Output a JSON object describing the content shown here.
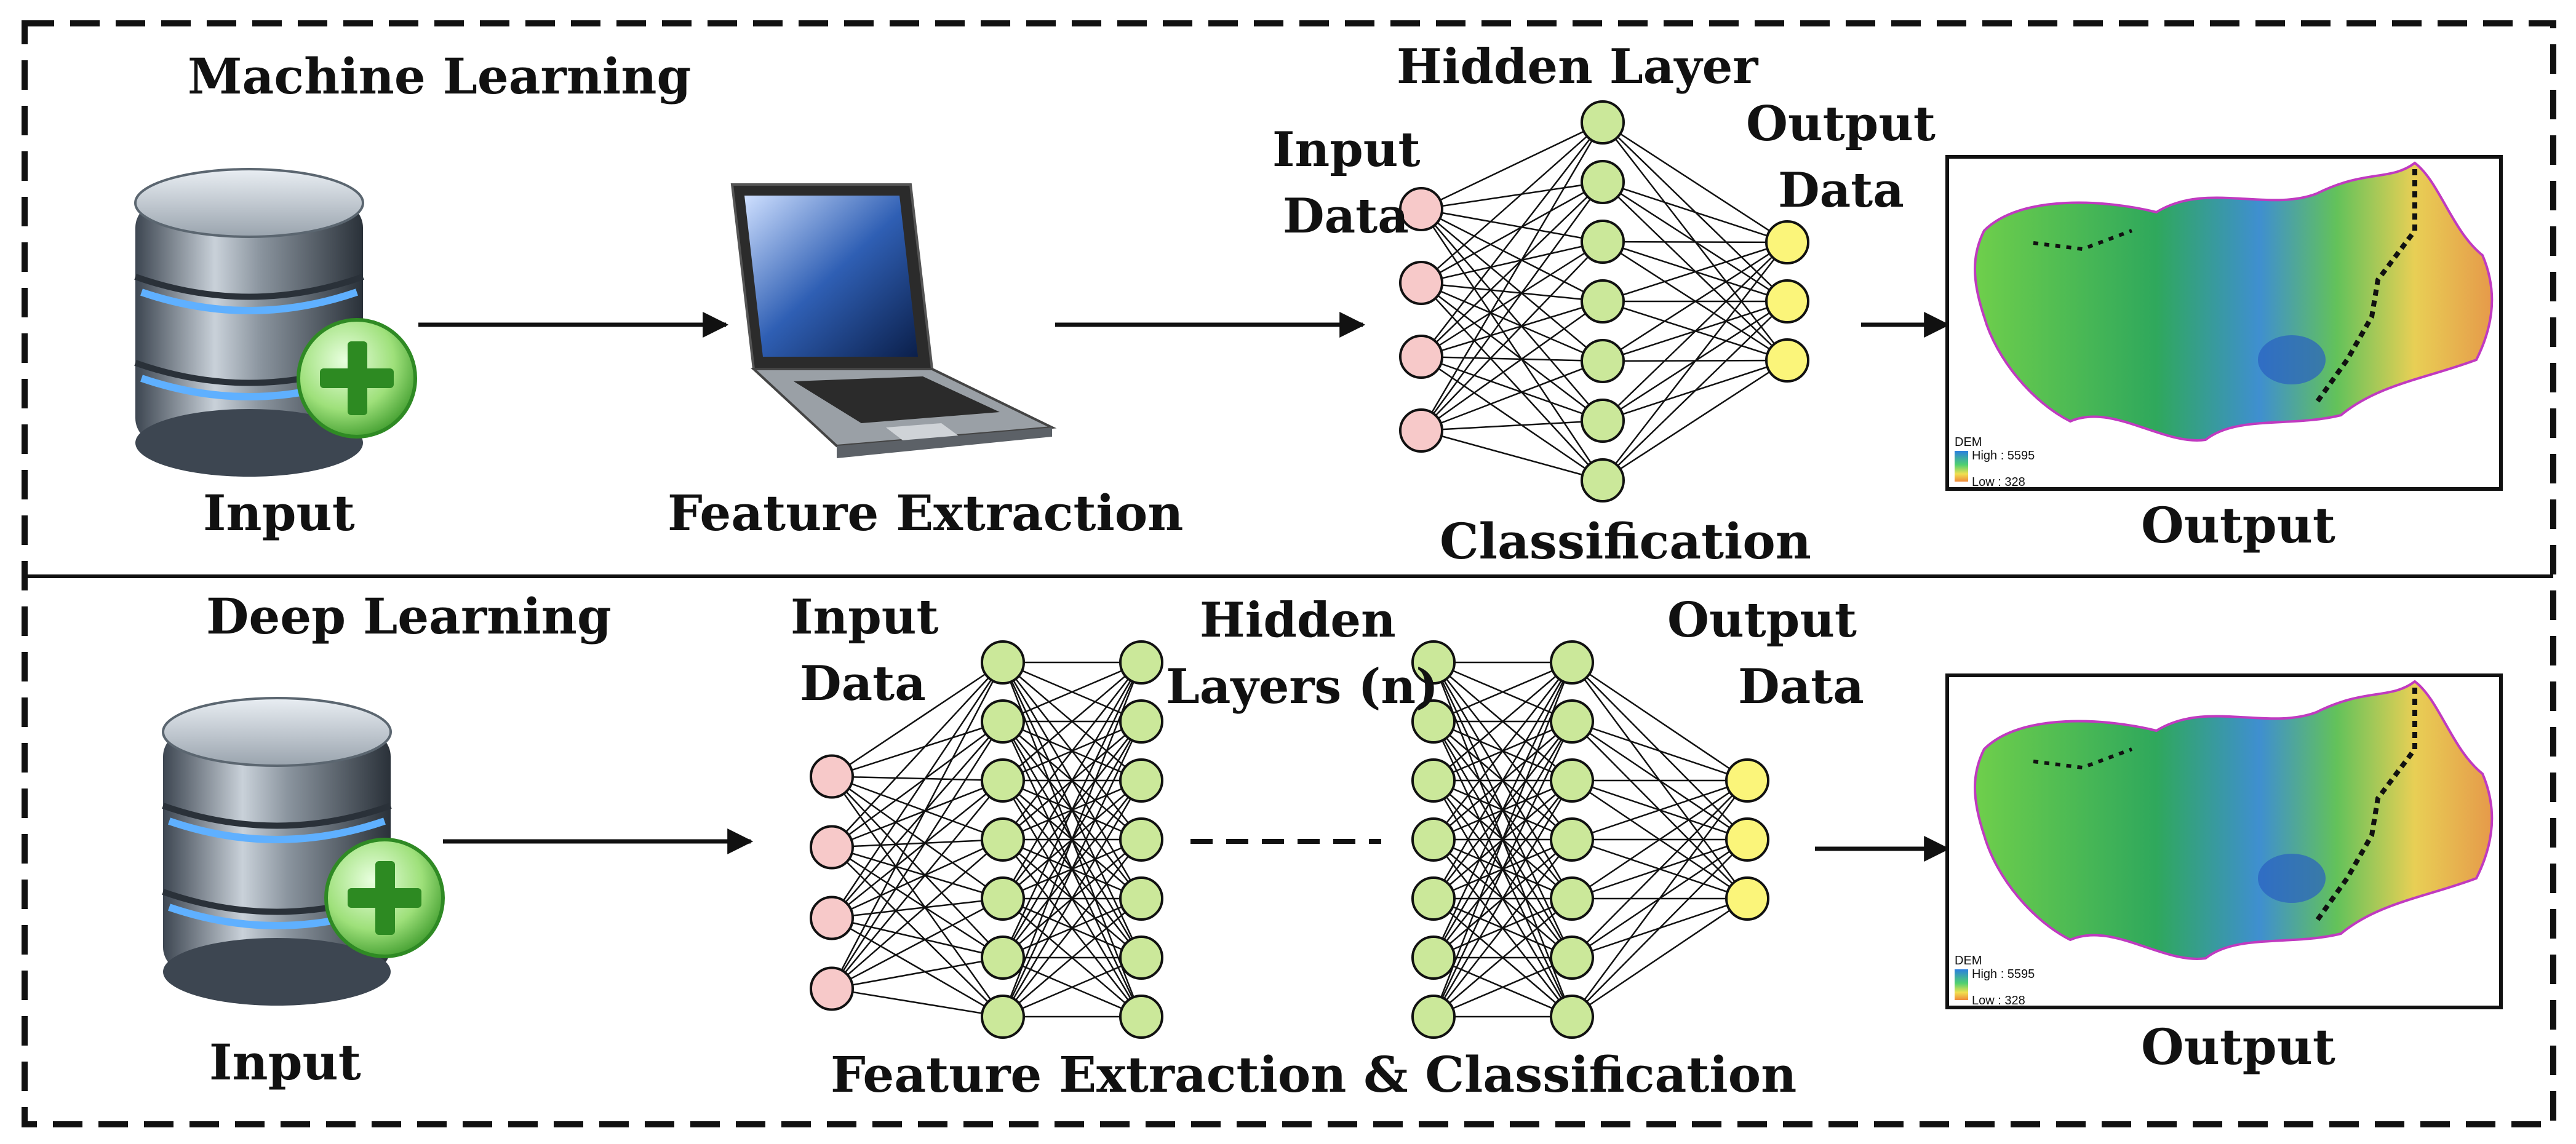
{
  "ml": {
    "title": "Machine Learning",
    "input_label": "Input",
    "feature_label": "Feature Extraction",
    "hidden_label": "Hidden Layer",
    "input_data_label": [
      "Input",
      "Data"
    ],
    "output_data_label": [
      "Output",
      "Data"
    ],
    "classification_label": "Classification",
    "output_label": "Output",
    "network": {
      "input_nodes": 4,
      "hidden_nodes": 7,
      "output_nodes": 3
    }
  },
  "dl": {
    "title": "Deep Learning",
    "input_label": "Input",
    "input_data_label": [
      "Input",
      "Data"
    ],
    "hidden_label": [
      "Hidden",
      "Layers (n)"
    ],
    "output_data_label": [
      "Output",
      "Data"
    ],
    "feature_classification_label": "Feature Extraction & Classification",
    "output_label": "Output",
    "network": {
      "input_nodes": 4,
      "hidden_nodes": 7,
      "output_nodes": 3
    }
  },
  "map_legend": {
    "title": "DEM",
    "high": "High : 5595",
    "low": "Low : 328"
  },
  "colors": {
    "input_node": "#f7c9c9",
    "hidden_node": "#cbe89a",
    "output_node": "#fbf57a",
    "plus_badge": "#3fbf3f",
    "frame": "#111111"
  },
  "icons": {
    "database": "database-add-icon",
    "laptop": "laptop-icon",
    "map": "dem-map-image"
  }
}
